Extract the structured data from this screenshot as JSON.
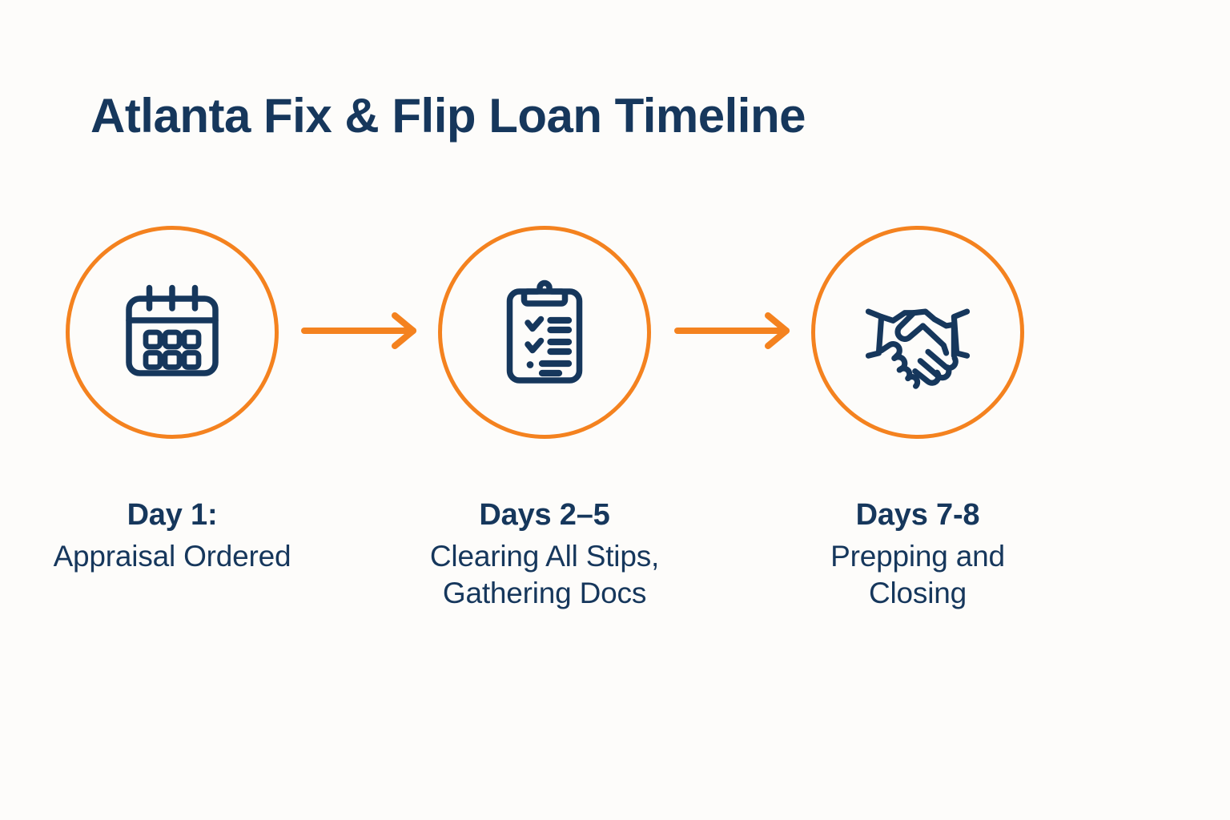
{
  "header": {
    "title": "Atlanta Fix & Flip Loan Timeline"
  },
  "colors": {
    "background": "#fdfcfa",
    "navy": "#16375c",
    "orange": "#f4821f"
  },
  "steps": [
    {
      "icon": "calendar-icon",
      "heading": "Day 1:",
      "body": "Appraisal Ordered"
    },
    {
      "icon": "clipboard-checklist-icon",
      "heading": "Days 2–5",
      "body": "Clearing All Stips, Gathering Docs"
    },
    {
      "icon": "handshake-icon",
      "heading": "Days 7-8",
      "body": "Prepping and Closing"
    }
  ],
  "connectors": [
    {
      "name": "arrow-right-icon"
    },
    {
      "name": "arrow-right-icon"
    }
  ]
}
